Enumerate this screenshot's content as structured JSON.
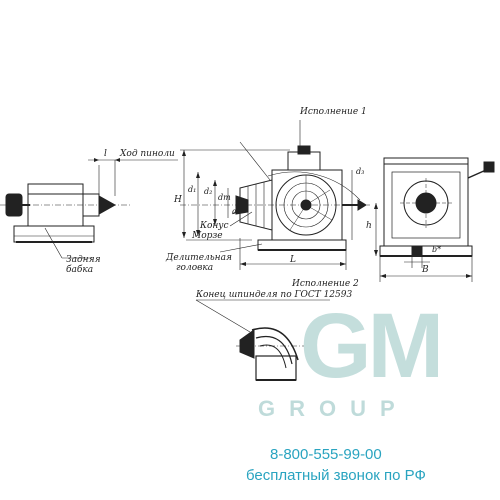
{
  "labels": {
    "hod_piny": "Ход пиноли",
    "l": "l",
    "ispolnenie1": "Исполнение 1",
    "ispolnenie2": "Исполнение 2",
    "H": "H",
    "d1": "d₁",
    "d2": "d₂",
    "dt": "dт",
    "alpha": "α",
    "d3": "d₃",
    "konus": "Конус",
    "morze": "Морзе",
    "L": "L",
    "h": "h",
    "b": "b*",
    "B": "B",
    "zadnyaya1": "Задняя",
    "zadnyaya2": "бабка",
    "delit1": "Делительная",
    "delit2": "головка",
    "konec": "Конец шпинделя по ГОСТ 12593"
  },
  "watermark": {
    "main": "GM",
    "sub": "GROUP"
  },
  "contact": {
    "phone": "8-800-555-99-00",
    "tagline": "бесплатный звонок по РФ"
  },
  "colors": {
    "line": "#222222",
    "watermark": "#2e8a86",
    "contact": "#2aa4c0"
  }
}
